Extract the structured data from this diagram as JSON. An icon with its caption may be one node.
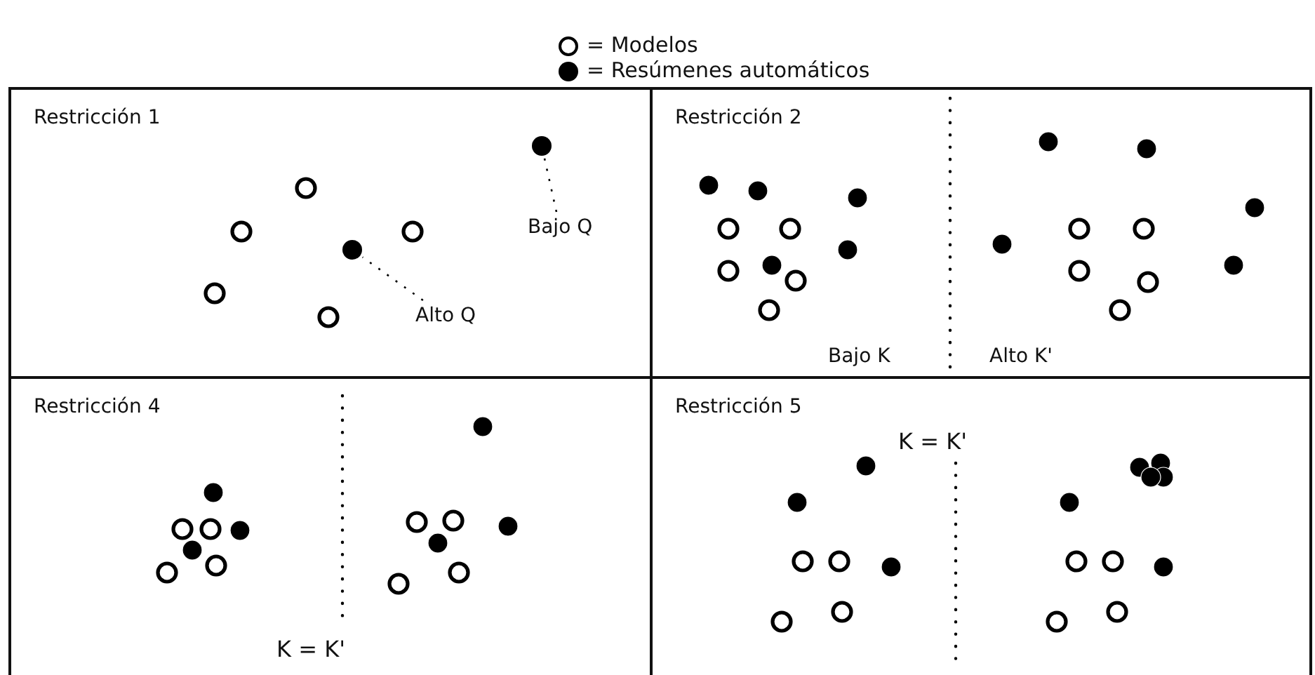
{
  "diagram": {
    "nodes": [
      {
        "text": [
          "Restricción 1"
        ]
      },
      {
        "text": [],
        "shape": "circle",
        "in": 0
      },
      {
        "text": [
          "Bajo Q"
        ],
        "in": 0
      },
      {
        "text": [],
        "shape": "circle",
        "in": 0
      },
      {
        "text": [
          "Alto Q"
        ],
        "in": 0
      },
      {
        "text": [
          "Restricción 2"
        ]
      },
      {
        "text": [
          "Restricción 4"
        ]
      },
      {
        "text": [
          "Restricción 5"
        ]
      }
    ],
    "edges": [
      {
        "from": 2,
        "to": 1,
        "arrow": "none",
        "style": "dashed"
      },
      {
        "from": 4,
        "to": 3,
        "arrow": "none",
        "style": "dashed"
      }
    ],
    "labels": [
      "Bajo K",
      "Alto K'",
      "K = K'",
      "K = K'"
    ],
    "legend": [
      {
        "text": "= Modelos"
      },
      {
        "text": "= Resúmenes automáticos"
      }
    ]
  }
}
